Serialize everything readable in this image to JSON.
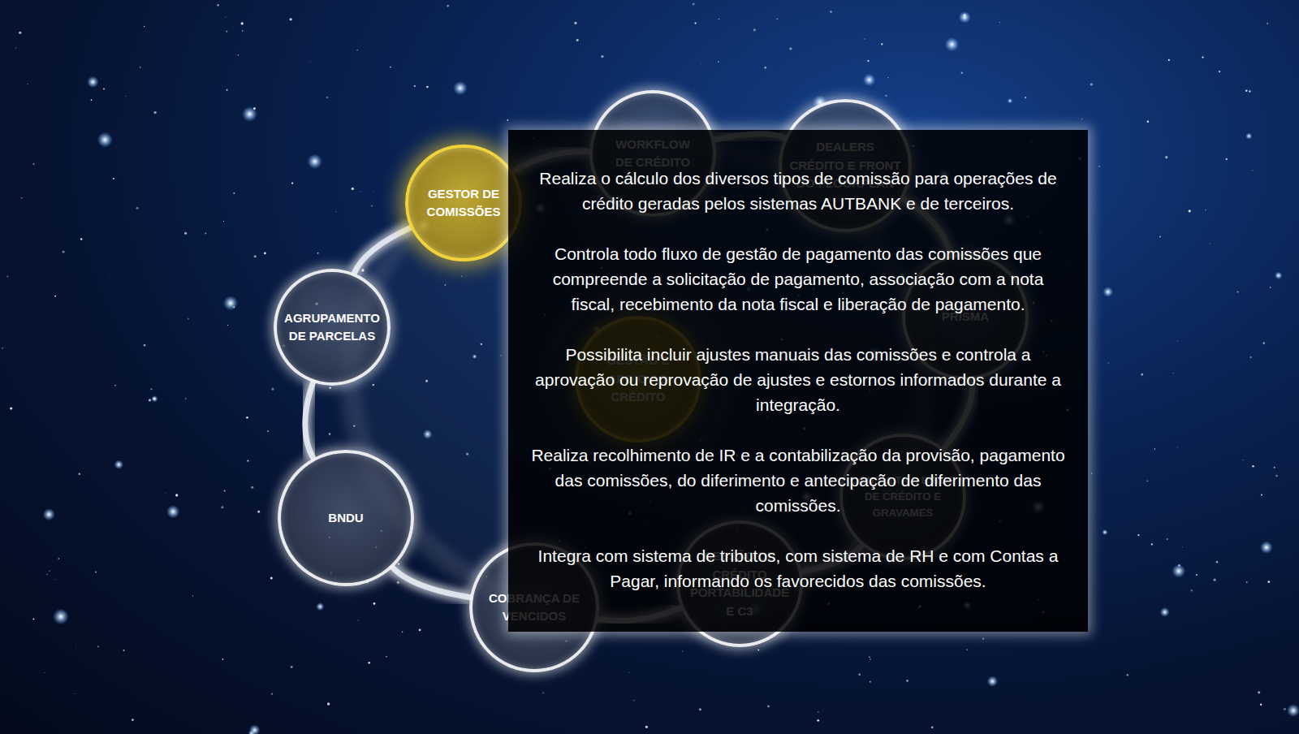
{
  "diagram": {
    "nodes": [
      {
        "text": [
          "GESTOR DE COMISSÕES"
        ]
      },
      {
        "text": [
          "WORKFLOW DE CRÉDITO"
        ]
      },
      {
        "text": [
          "DEALERS CRÉDITO E FRONT DO FLOORPLAN"
        ]
      },
      {
        "text": [
          "PRISMA"
        ]
      },
      {
        "text": [
          "CONSULTA A BIROS DE CRÉDITO E GRAVAMES"
        ]
      },
      {
        "text": [
          "CESSÃO DE CRÉDITO PORTABILIDADE E C3"
        ]
      },
      {
        "text": [
          "COBRANÇA DE VENCIDOS"
        ]
      },
      {
        "text": [
          "BNDU"
        ]
      },
      {
        "text": [
          "AGRUPAMENTO DE PARCELAS"
        ]
      },
      {
        "text": [
          "GESTÃO E APOIO AO CRÉDITO"
        ]
      },
      {
        "text": [
          "Realiza o cálculo dos diversos tipos de comissão para operações de crédito geradas pelos sistemas AUTBANK e de terceiros.",
          "Controla todo fluxo de gestão de pagamento das comissões que compreende a solicitação de pagamento, associação com a nota fiscal, recebimento da nota fiscal e liberação de pagamento.",
          "Possibilita incluir ajustes manuais das comissões e controla a aprovação ou reprovação de ajustes e estornos informados durante a integração.",
          "Realiza recolhimento de IR e a contabilização da provisão, pagamento das comissões, do diferimento e antecipação de diferimento das comissões.",
          "Integra com sistema de tributos, com sistema de RH e com Contas a Pagar, informando os favorecidos das comissões."
        ]
      }
    ],
    "edges": [
      {
        "from": 0,
        "to": 1,
        "arrow": "none"
      },
      {
        "from": 1,
        "to": 2,
        "arrow": "none"
      },
      {
        "from": 2,
        "to": 3,
        "arrow": "none"
      },
      {
        "from": 3,
        "to": 4,
        "arrow": "none"
      },
      {
        "from": 4,
        "to": 5,
        "arrow": "none"
      },
      {
        "from": 5,
        "to": 6,
        "arrow": "none"
      },
      {
        "from": 6,
        "to": 7,
        "arrow": "none"
      },
      {
        "from": 7,
        "to": 8,
        "arrow": "none"
      },
      {
        "from": 8,
        "to": 0,
        "arrow": "none"
      }
    ]
  }
}
